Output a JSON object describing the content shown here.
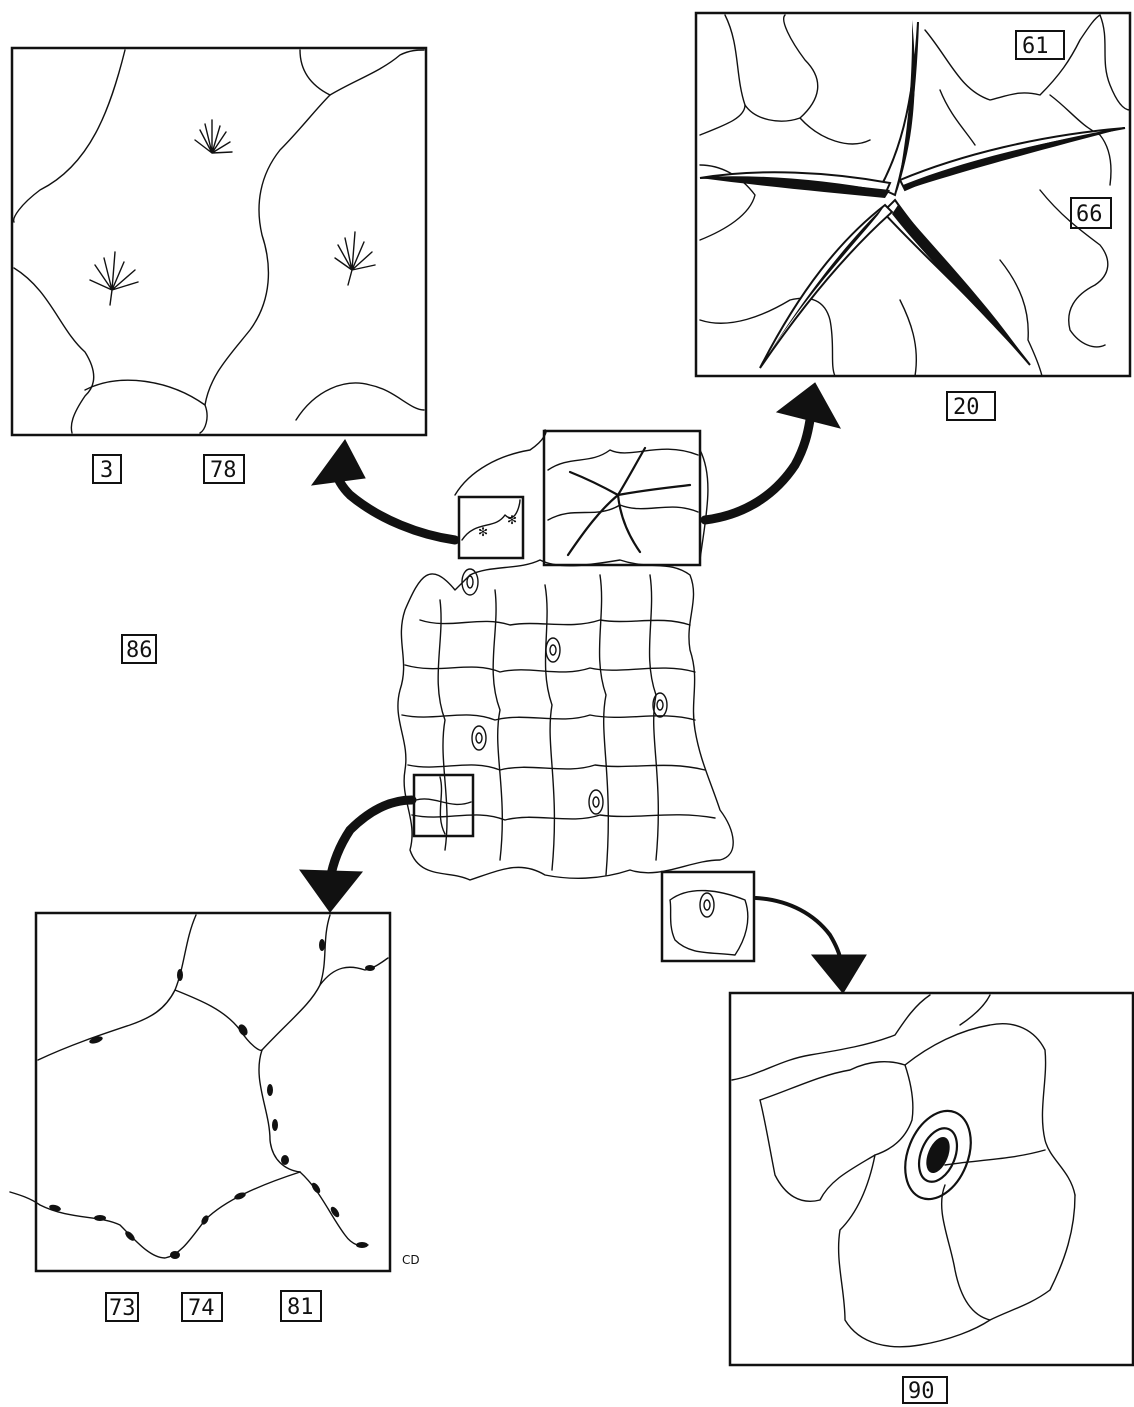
{
  "figure": {
    "labels": {
      "top_left": [
        "3",
        "78"
      ],
      "left": "86",
      "top_right_inset": [
        "61",
        "66"
      ],
      "top_right_below": "20",
      "bottom_left": [
        "73",
        "74",
        "81"
      ],
      "bottom_right": "90"
    },
    "signature": "CD"
  }
}
